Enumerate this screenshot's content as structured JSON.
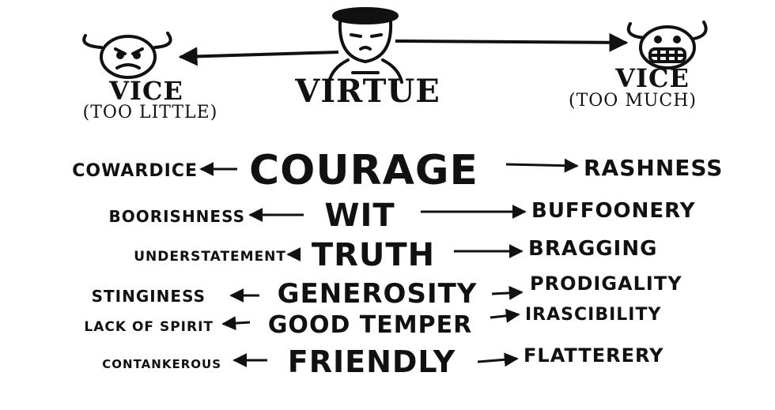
{
  "header": {
    "vice_left": "VICE",
    "vice_left_sub": "(TOO LITTLE)",
    "virtue": "VIRTUE",
    "vice_right": "VICE",
    "vice_right_sub": "(TOO MUCH)"
  },
  "rows": [
    {
      "deficiency": "COWARDICE",
      "virtue": "COURAGE",
      "excess": "RASHNESS"
    },
    {
      "deficiency": "BOORISHNESS",
      "virtue": "WIT",
      "excess": "BUFFOONERY"
    },
    {
      "deficiency": "UNDERSTATEMENT",
      "virtue": "TRUTH",
      "excess": "BRAGGING"
    },
    {
      "deficiency": "STINGINESS",
      "virtue": "GENEROSITY",
      "excess": "PRODIGALITY"
    },
    {
      "deficiency": "LACK OF SPIRIT",
      "virtue": "GOOD TEMPER",
      "excess": "IRASCIBILITY"
    },
    {
      "deficiency": "CONTANKEROUS",
      "virtue": "FRIENDLY",
      "excess": "FLATTERERY"
    }
  ],
  "icons": [
    "angry-bull-icon",
    "monk-figure-icon",
    "grinning-bull-icon"
  ]
}
